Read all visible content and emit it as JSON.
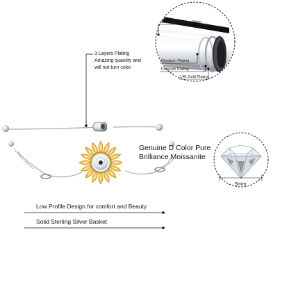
{
  "callouts": {
    "sterling": "Solid 925 Sterling Silver",
    "rhodium": "Rhodium Plating",
    "platinum": "Platinum Plating",
    "gold14k": "14K Gold Plating",
    "layers_title": "3 Layers Plating",
    "layers_line2": "Amazing quanlity and",
    "layers_line3": "will not turn color",
    "genuine_line1": "Genuine D Color Pure",
    "genuine_line2": "Brilliance Moissanite",
    "stone_size": "5mm",
    "low_profile": "Low Profile Design for comfort and Beauty",
    "basket": "Solid Sterling Silver Basket"
  },
  "colors": {
    "gold": "#e9b43a",
    "silver": "#c8ccd2",
    "ink": "#111111",
    "background": "#ffffff"
  }
}
